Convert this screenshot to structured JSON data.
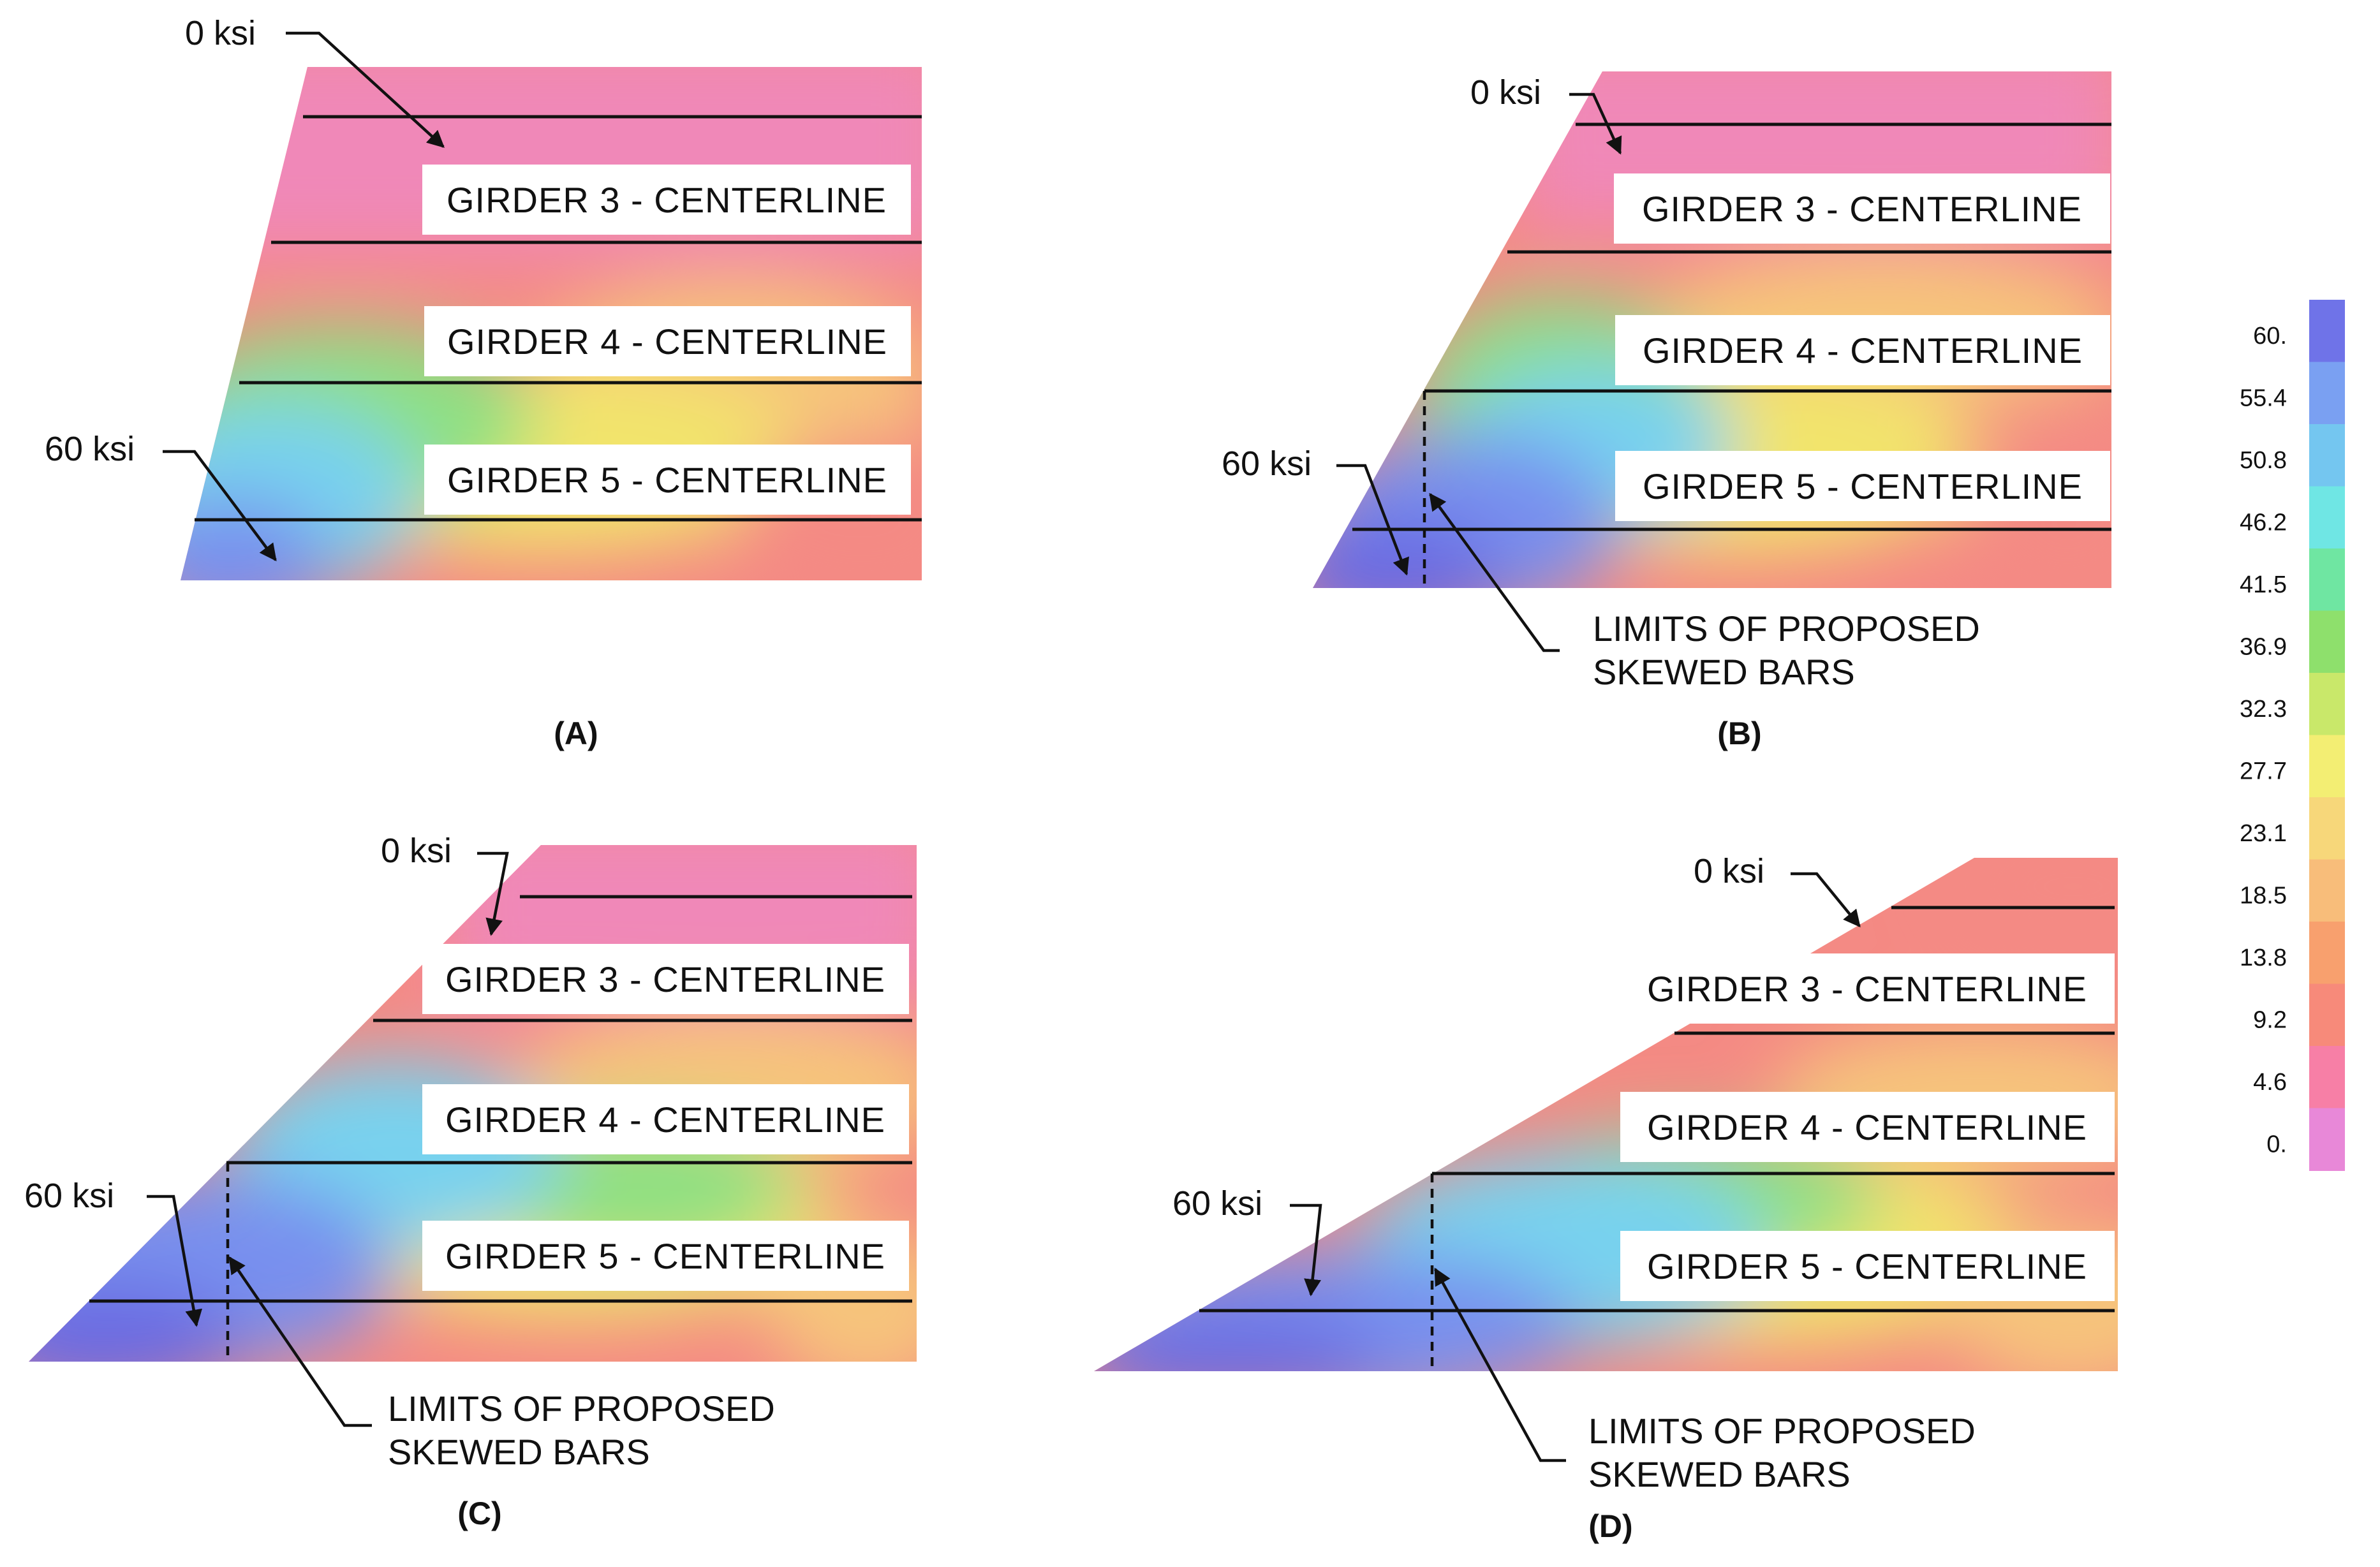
{
  "girder_labels": [
    "GIRDER 3 - CENTERLINE",
    "GIRDER 4 - CENTERLINE",
    "GIRDER 5 - CENTERLINE"
  ],
  "annotations": {
    "low": "0 ksi",
    "high": "60 ksi",
    "limits_line1": "LIMITS OF PROPOSED",
    "limits_line2": "SKEWED BARS"
  },
  "panels": [
    {
      "caption": "(A)",
      "skewed_bars": false
    },
    {
      "caption": "(B)",
      "skewed_bars": true
    },
    {
      "caption": "(C)",
      "skewed_bars": true
    },
    {
      "caption": "(D)",
      "skewed_bars": true
    }
  ],
  "legend": {
    "ticks": [
      "60.",
      "55.4",
      "50.8",
      "46.2",
      "41.5",
      "36.9",
      "32.3",
      "27.7",
      "23.1",
      "18.5",
      "13.8",
      "9.2",
      "4.6",
      "0."
    ],
    "colors": [
      "#6f73e8",
      "#7aa0f2",
      "#74c6f0",
      "#6fe6e4",
      "#6fe6a2",
      "#8ee06c",
      "#c9e86a",
      "#f3ee73",
      "#f7d77a",
      "#f8bd7a",
      "#f8a06e",
      "#f78a7a",
      "#f77fa6",
      "#e888d8"
    ]
  },
  "colors": {
    "stress_0": "#f088b8",
    "stress_low": "#f48a84",
    "stress_mid": "#f6c47c",
    "stress_yellow": "#f2e46c",
    "stress_green": "#8ee082",
    "stress_cyan": "#78d2ee",
    "stress_high": "#7890ee",
    "stress_60": "#6a6ae2"
  }
}
